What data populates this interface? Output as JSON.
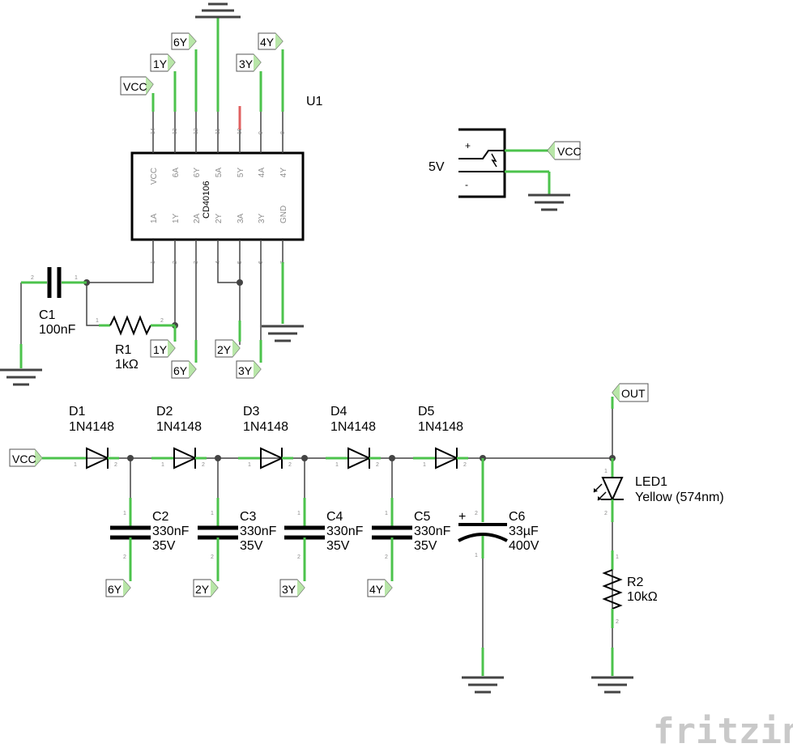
{
  "chip": {
    "ref": "U1",
    "name": "CD40106",
    "top_pins": [
      {
        "num": "14",
        "name": "VCC"
      },
      {
        "num": "13",
        "name": "6A"
      },
      {
        "num": "12",
        "name": "6Y"
      },
      {
        "num": "11",
        "name": "5A"
      },
      {
        "num": "10",
        "name": "5Y"
      },
      {
        "num": "9",
        "name": "4A"
      },
      {
        "num": "8",
        "name": "4Y"
      }
    ],
    "bottom_pins": [
      {
        "num": "1",
        "name": "1A"
      },
      {
        "num": "2",
        "name": "1Y"
      },
      {
        "num": "3",
        "name": "2A"
      },
      {
        "num": "4",
        "name": "2Y"
      },
      {
        "num": "5",
        "name": "3A"
      },
      {
        "num": "6",
        "name": "3Y"
      },
      {
        "num": "7",
        "name": "GND"
      }
    ]
  },
  "net_labels": {
    "vcc": "VCC",
    "out": "OUT",
    "y1": "1Y",
    "y2": "2Y",
    "y3": "3Y",
    "y4": "4Y",
    "y6": "6Y"
  },
  "power": {
    "label": "5V",
    "plus": "+",
    "minus": "-"
  },
  "c1": {
    "ref": "C1",
    "value": "100nF"
  },
  "r1": {
    "ref": "R1",
    "value": "1kΩ"
  },
  "diodes": [
    {
      "ref": "D1",
      "value": "1N4148"
    },
    {
      "ref": "D2",
      "value": "1N4148"
    },
    {
      "ref": "D3",
      "value": "1N4148"
    },
    {
      "ref": "D4",
      "value": "1N4148"
    },
    {
      "ref": "D5",
      "value": "1N4148"
    }
  ],
  "pump_caps": [
    {
      "ref": "C2",
      "value": "330nF",
      "voltage": "35V",
      "net": "6Y"
    },
    {
      "ref": "C3",
      "value": "330nF",
      "voltage": "35V",
      "net": "2Y"
    },
    {
      "ref": "C4",
      "value": "330nF",
      "voltage": "35V",
      "net": "3Y"
    },
    {
      "ref": "C5",
      "value": "330nF",
      "voltage": "35V",
      "net": "4Y"
    }
  ],
  "c6": {
    "ref": "C6",
    "value": "33µF",
    "voltage": "400V",
    "plus": "+"
  },
  "led1": {
    "ref": "LED1",
    "value": "Yellow (574nm)"
  },
  "r2": {
    "ref": "R2",
    "value": "10kΩ"
  },
  "pin_numbers": {
    "one": "1",
    "two": "2"
  },
  "logo": "fritzing",
  "colors": {
    "wire": "#444444",
    "pin_green": "#4cc34c",
    "label_green": "#b8e6a8",
    "nc_red": "#e06060",
    "logo": "#c9c9c9"
  }
}
